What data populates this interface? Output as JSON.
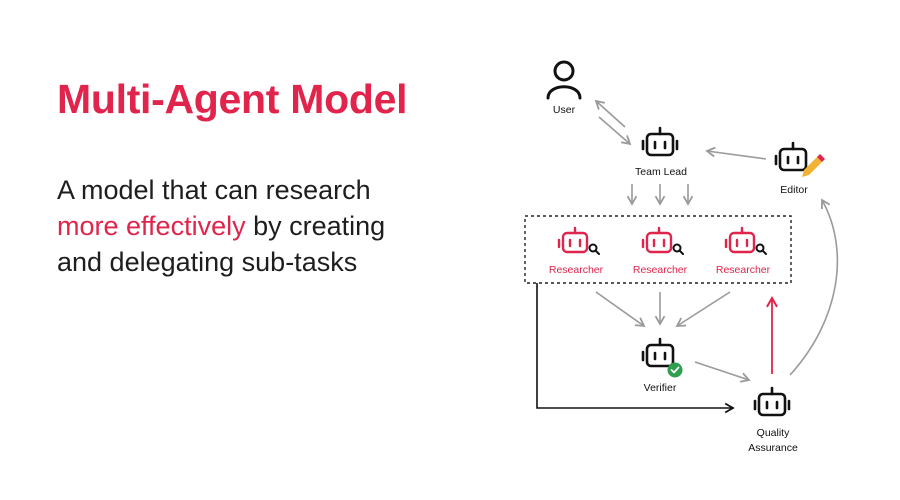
{
  "heading": {
    "title": "Multi-Agent Model"
  },
  "description": {
    "before": "A model that can research",
    "highlight": "more effectively",
    "after_highlight": " by creating",
    "line3": "and delegating sub-tasks"
  },
  "colors": {
    "accent": "#e0244c",
    "arrow_gray": "#9a9a9a",
    "ink": "#111111",
    "check": "#2e9e4f",
    "pen": "#f2b233"
  },
  "nodes": {
    "user": {
      "label": "User",
      "icon": "user-icon"
    },
    "team_lead": {
      "label": "Team Lead",
      "icon": "robot-icon"
    },
    "editor": {
      "label": "Editor",
      "icon": "robot-edit-icon"
    },
    "researchers": [
      {
        "label": "Researcher",
        "icon": "robot-search-icon"
      },
      {
        "label": "Researcher",
        "icon": "robot-search-icon"
      },
      {
        "label": "Researcher",
        "icon": "robot-search-icon"
      }
    ],
    "verifier": {
      "label": "Verifier",
      "icon": "robot-check-icon"
    },
    "qa": {
      "label_line1": "Quality",
      "label_line2": "Assurance",
      "icon": "robot-icon"
    }
  }
}
